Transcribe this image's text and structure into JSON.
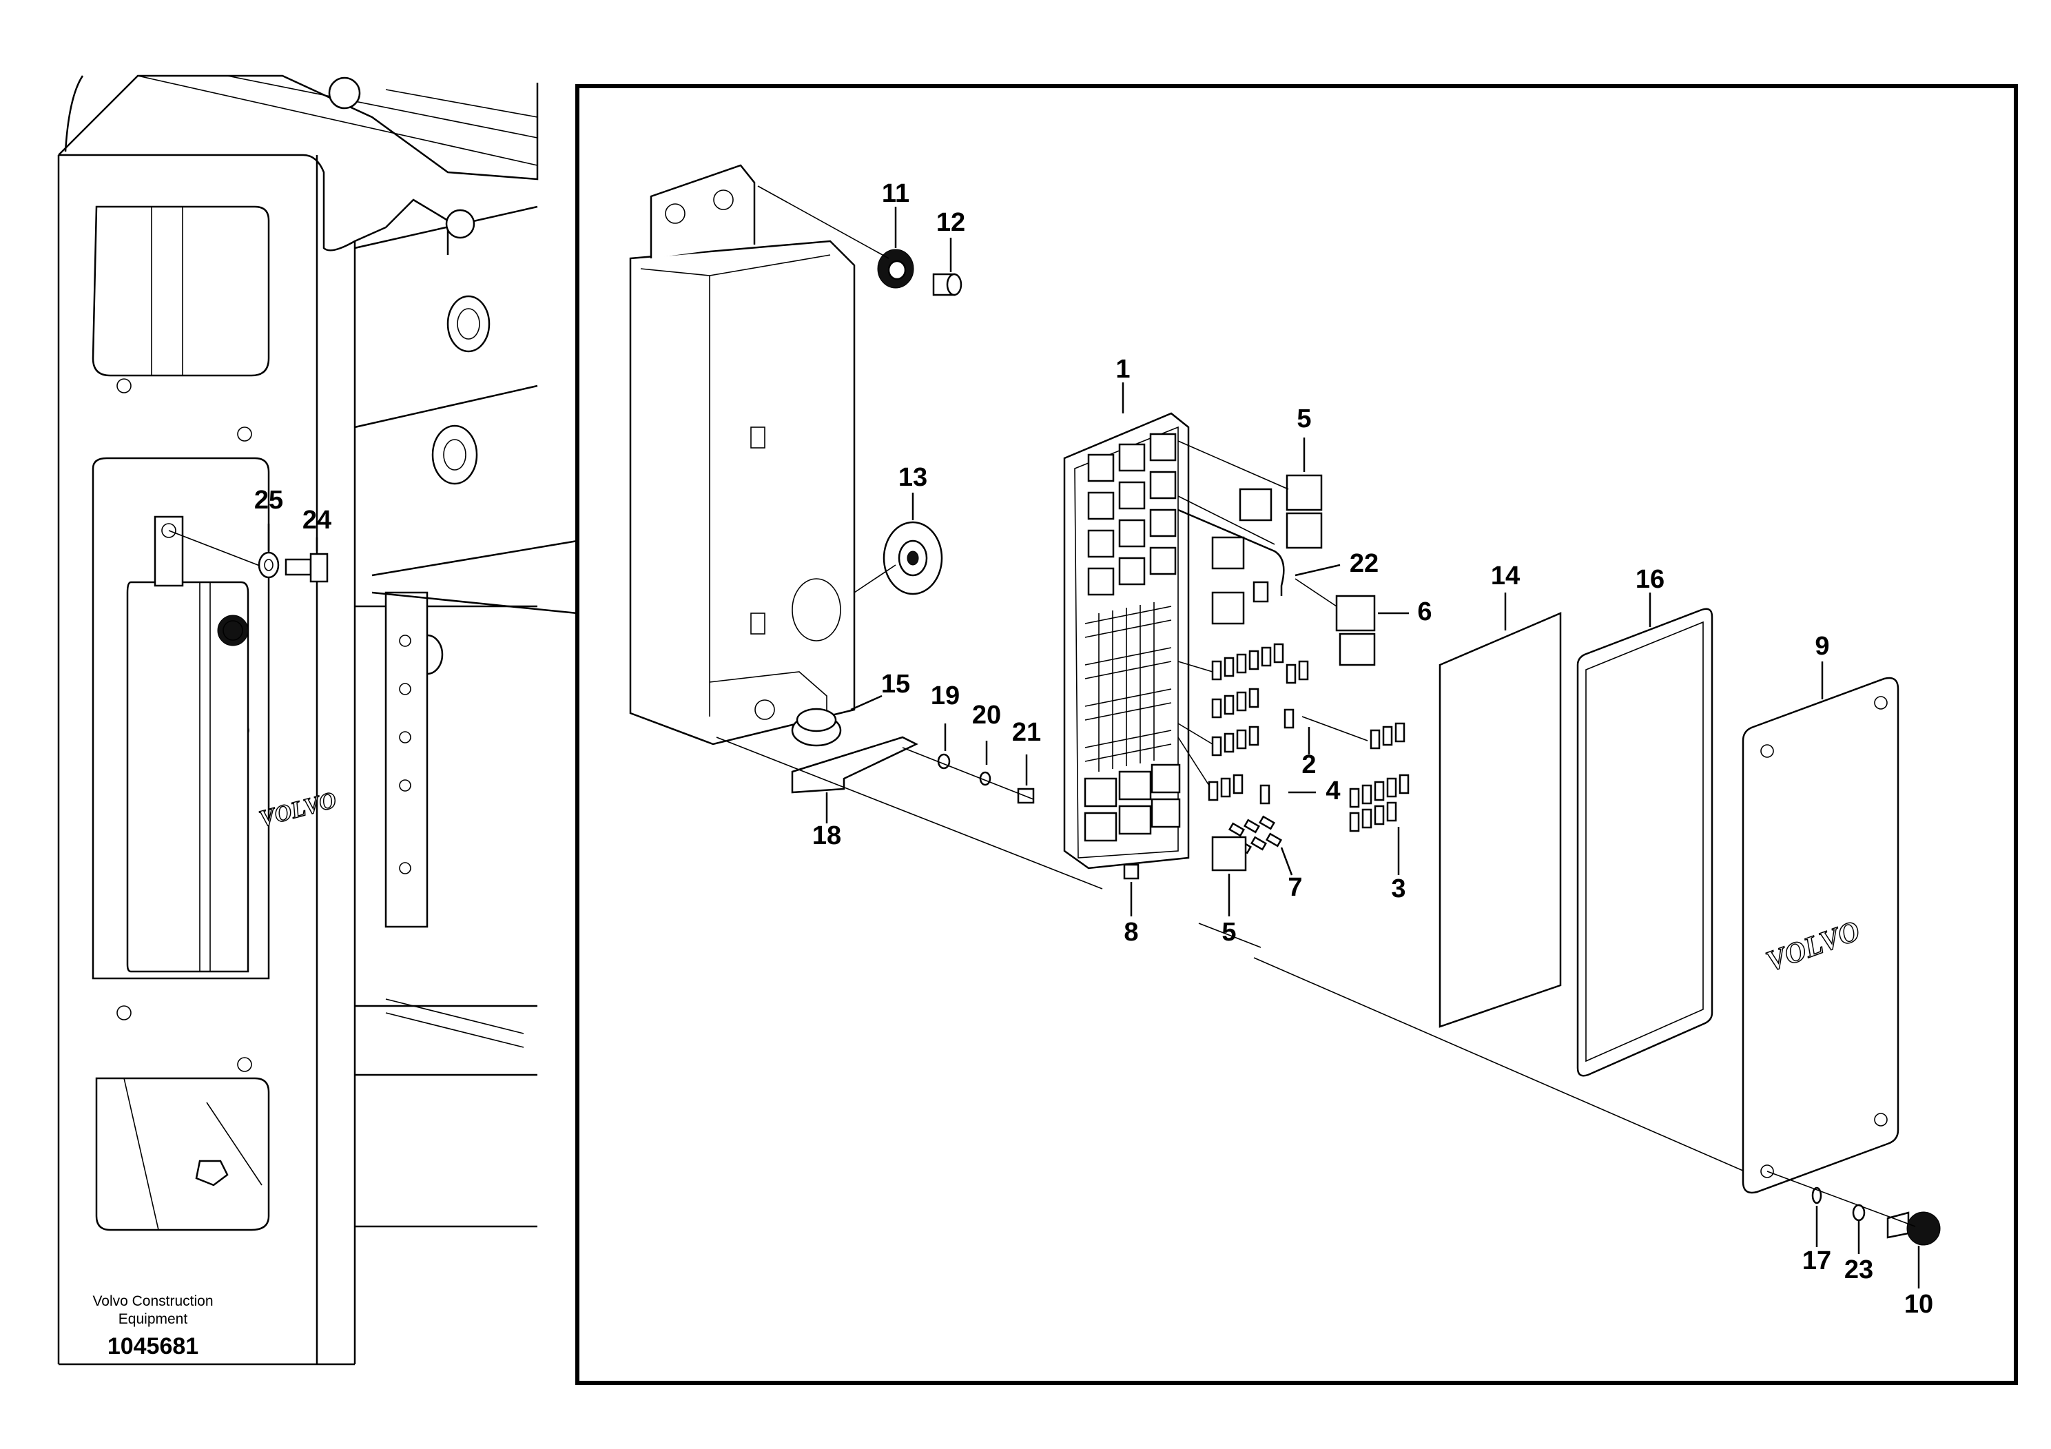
{
  "caption": {
    "company_line1": "Volvo Construction",
    "company_line2": "Equipment",
    "drawing_number": "1045681"
  },
  "brand_marks": {
    "housing": "VOLVO",
    "cover": "VOLVO"
  },
  "part_labels": {
    "p1": "1",
    "p2": "2",
    "p3": "3",
    "p4": "4",
    "p5a": "5",
    "p5b": "5",
    "p6": "6",
    "p7": "7",
    "p8": "8",
    "p9": "9",
    "p10": "10",
    "p11": "11",
    "p12": "12",
    "p13": "13",
    "p14": "14",
    "p15": "15",
    "p16": "16",
    "p17": "17",
    "p18": "18",
    "p19": "19",
    "p20": "20",
    "p21": "21",
    "p22": "22",
    "p23": "23",
    "p24": "24",
    "p25": "25"
  }
}
